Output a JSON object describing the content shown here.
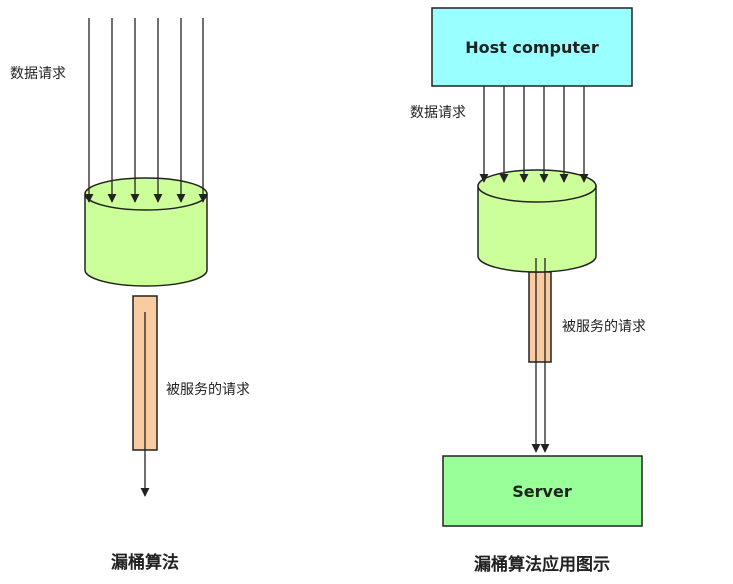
{
  "left_diagram": {
    "incoming_label": "数据请求",
    "served_label": "被服务的请求",
    "caption": "漏桶算法"
  },
  "right_diagram": {
    "host_label": "Host computer",
    "incoming_label": "数据请求",
    "served_label": "被服务的请求",
    "server_label": "Server",
    "caption": "漏桶算法应用图示"
  },
  "colors": {
    "bucket_fill": "#ccff99",
    "pipe_fill": "#f8cba0",
    "host_fill": "#99ffff",
    "server_fill": "#99ff99",
    "stroke": "#222222"
  }
}
